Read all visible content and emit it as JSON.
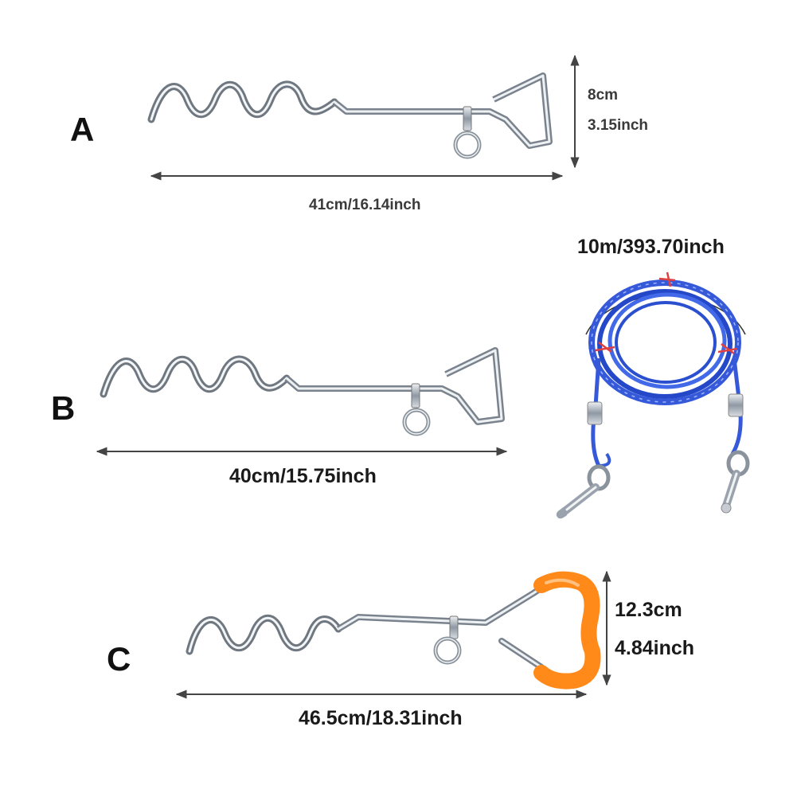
{
  "products": [
    {
      "label": "A",
      "length": "41cm/16.14inch",
      "height_cm": "8cm",
      "height_in": "3.15inch"
    },
    {
      "label": "B",
      "length": "40cm/15.75inch"
    },
    {
      "label": "C",
      "length": "46.5cm/18.31inch",
      "height_cm": "12.3cm",
      "height_in": "4.84inch"
    }
  ],
  "cable": {
    "length": "10m/393.70inch",
    "color": "#2f5fe0"
  },
  "colors": {
    "metal": "#9aa3ad",
    "handle": "#ff8a1a",
    "dimension_line": "#444444"
  }
}
